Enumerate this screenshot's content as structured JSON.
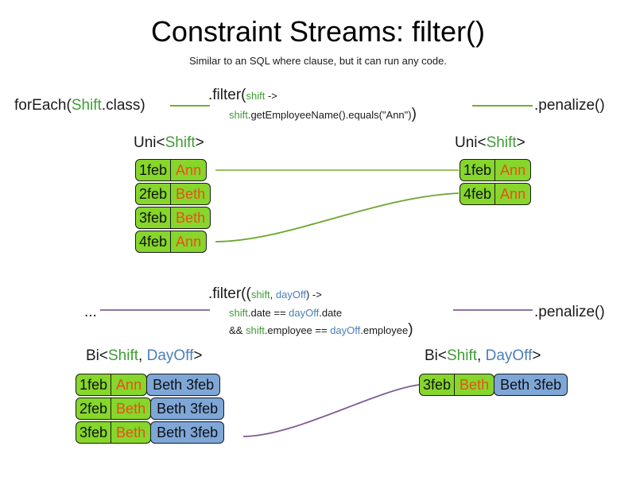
{
  "slide": {
    "title": "Constraint Streams: filter()",
    "subtitle": "Similar to an SQL where clause, but it can run any code."
  },
  "colors": {
    "shift_green": "#3f9c35",
    "dayoff_blue": "#4a7ebb",
    "fact_shift_fill": "#86d62b",
    "fact_dayoff_fill": "#7ea7d8",
    "name_orange": "#e8501a",
    "wire_green": "#7aab3a",
    "wire_purple": "#7f5f96",
    "text_black": "#1a1a1a"
  },
  "pipelines": [
    {
      "id": "uni",
      "source_label": "forEach(",
      "source_type": "Shift",
      "source_suffix": ".class)",
      "filter_head_prefix": ".filter(",
      "filter_head_param": "shift",
      "filter_head_arrow": " ->",
      "filter_body_var": "shift",
      "filter_body_rest": ".getEmployeeName().equals(\"Ann\")",
      "filter_body_close": ")",
      "sink_label": ".penalize()",
      "input_type_prefix": "Uni<",
      "input_type_generic": "Shift",
      "input_type_suffix": ">",
      "output_type_prefix": "Uni<",
      "output_type_generic": "Shift",
      "output_type_suffix": ">",
      "input_tuples": [
        {
          "date": "1feb",
          "name": "Ann"
        },
        {
          "date": "2feb",
          "name": "Beth"
        },
        {
          "date": "3feb",
          "name": "Beth"
        },
        {
          "date": "4feb",
          "name": "Ann"
        }
      ],
      "output_tuples": [
        {
          "date": "1feb",
          "name": "Ann"
        },
        {
          "date": "4feb",
          "name": "Ann"
        }
      ]
    },
    {
      "id": "bi",
      "source_label": "...",
      "filter_head_prefix": ".filter((",
      "filter_head_param_a": "shift",
      "filter_head_comma": ", ",
      "filter_head_param_b": "dayOff",
      "filter_head_arrow": ") ->",
      "filter_body_line1_a": "shift",
      "filter_body_line1_mid": ".date == ",
      "filter_body_line1_b": "dayOff",
      "filter_body_line1_end": ".date",
      "filter_body_line2_pre": "&& ",
      "filter_body_line2_a": "shift",
      "filter_body_line2_mid": ".employee == ",
      "filter_body_line2_b": "dayOff",
      "filter_body_line2_end": ".employee",
      "filter_body_close": ")",
      "sink_label": ".penalize()",
      "input_type_prefix": "Bi<",
      "input_type_generic_a": "Shift",
      "input_type_comma": ", ",
      "input_type_generic_b": "DayOff",
      "input_type_suffix": ">",
      "output_type_prefix": "Bi<",
      "output_type_generic_a": "Shift",
      "output_type_comma": ", ",
      "output_type_generic_b": "DayOff",
      "output_type_suffix": ">",
      "input_tuples": [
        {
          "date": "1feb",
          "name": "Ann",
          "pair": "Beth 3feb"
        },
        {
          "date": "2feb",
          "name": "Beth",
          "pair": "Beth 3feb"
        },
        {
          "date": "3feb",
          "name": "Beth",
          "pair": "Beth 3feb"
        }
      ],
      "output_tuples": [
        {
          "date": "3feb",
          "name": "Beth",
          "pair": "Beth 3feb"
        }
      ]
    }
  ]
}
